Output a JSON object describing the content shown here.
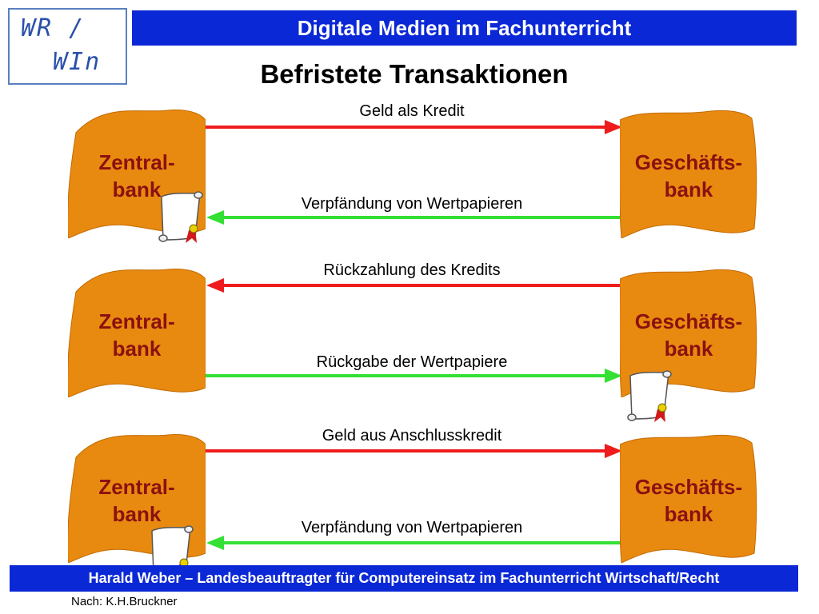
{
  "logo": {
    "line1": "WR /",
    "line2": "WIn"
  },
  "header": {
    "title": "Digitale Medien im Fachunterricht"
  },
  "page": {
    "title": "Befristete Transaktionen"
  },
  "rows": [
    {
      "left_bank": {
        "line1": "Zentral-",
        "line2": "bank"
      },
      "right_bank": {
        "line1": "Geschäfts-",
        "line2": "bank"
      },
      "top_arrow": {
        "label": "Geld als Kredit",
        "color": "#ee1c1c",
        "direction": "right"
      },
      "bottom_arrow": {
        "label": "Verpfändung von Wertpapieren",
        "color": "#33e033",
        "direction": "left"
      },
      "scroll_at": "left"
    },
    {
      "left_bank": {
        "line1": "Zentral-",
        "line2": "bank"
      },
      "right_bank": {
        "line1": "Geschäfts-",
        "line2": "bank"
      },
      "top_arrow": {
        "label": "Rückzahlung des Kredits",
        "color": "#ee1c1c",
        "direction": "left"
      },
      "bottom_arrow": {
        "label": "Rückgabe der Wertpapiere",
        "color": "#33e033",
        "direction": "right"
      },
      "scroll_at": "right"
    },
    {
      "left_bank": {
        "line1": "Zentral-",
        "line2": "bank"
      },
      "right_bank": {
        "line1": "Geschäfts-",
        "line2": "bank"
      },
      "top_arrow": {
        "label": "Geld aus Anschlusskredit",
        "color": "#ee1c1c",
        "direction": "right"
      },
      "bottom_arrow": {
        "label": "Verpfändung von Wertpapieren",
        "color": "#33e033",
        "direction": "left"
      },
      "scroll_at": "left"
    }
  ],
  "colors": {
    "banner_fill": "#e88a10",
    "banner_text": "#8b1010",
    "header_bg": "#0b28d6"
  },
  "footer": {
    "text": "Harald Weber – Landesbeauftragter für Computereinsatz im Fachunterricht Wirtschaft/Recht"
  },
  "credit": {
    "text": "Nach: K.H.Bruckner"
  }
}
